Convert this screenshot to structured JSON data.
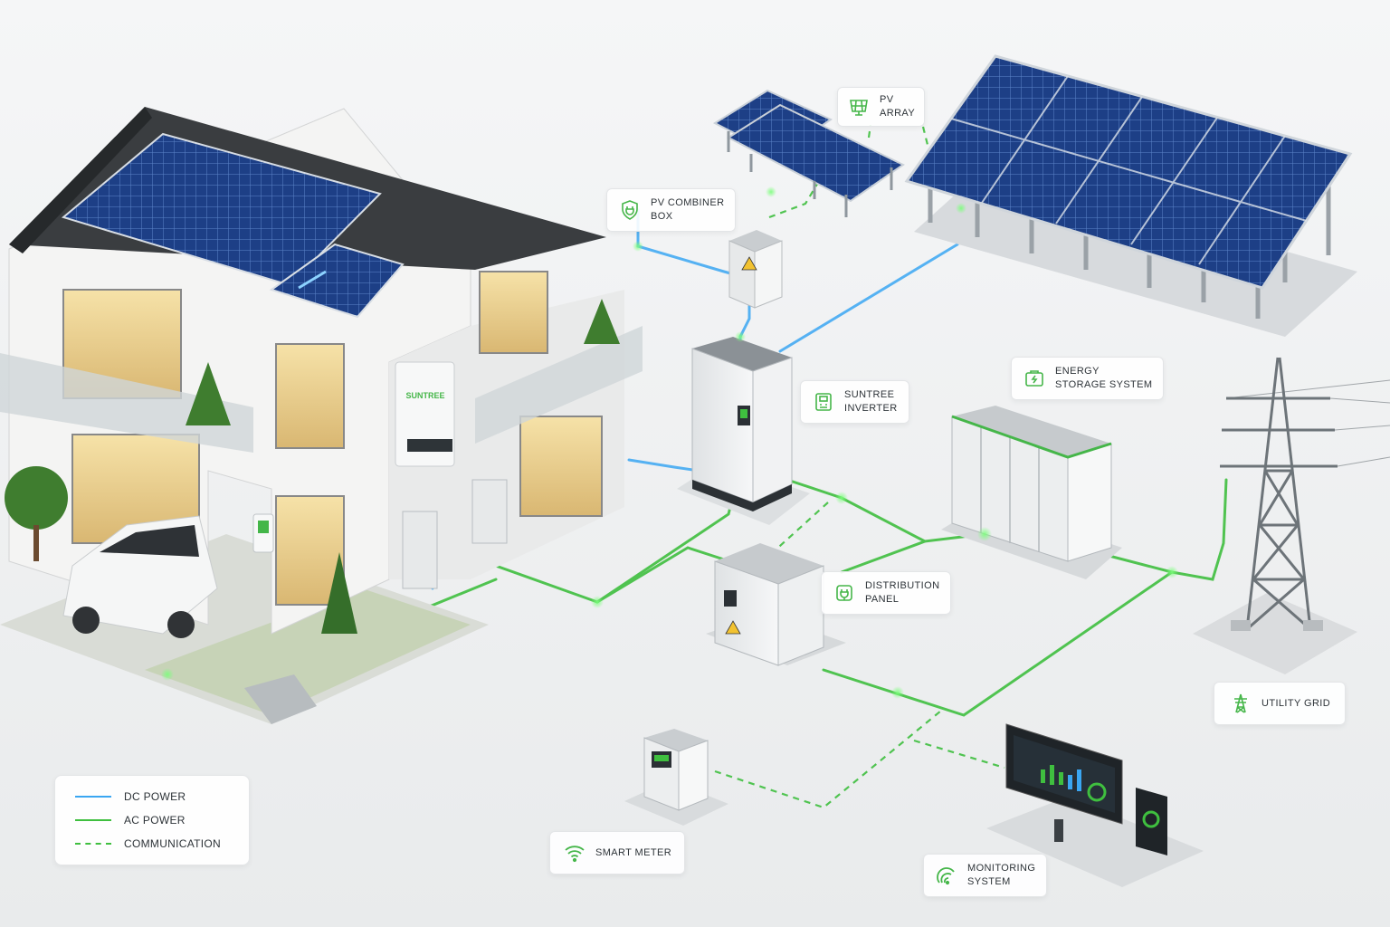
{
  "colors": {
    "dc": "#3aa6f2",
    "ac": "#3fbf3f",
    "comm": "#3fbf3f",
    "accent": "#45b649",
    "text": "#2d3338"
  },
  "house": {
    "inverter_brand": "SUNTREE"
  },
  "labels": {
    "pv_array": {
      "line1": "PV",
      "line2": "ARRAY",
      "icon": "solar-panel-icon"
    },
    "pv_combiner": {
      "line1": "PV COMBINER",
      "line2": "BOX",
      "icon": "shield-plug-icon"
    },
    "inverter": {
      "line1": "SUNTREE",
      "line2": "INVERTER",
      "icon": "inverter-icon"
    },
    "storage": {
      "line1": "ENERGY",
      "line2": "STORAGE SYSTEM",
      "icon": "battery-icon"
    },
    "distribution": {
      "line1": "DISTRIBUTION",
      "line2": "PANEL",
      "icon": "plug-icon"
    },
    "utility": {
      "line1": "UTILITY GRID",
      "icon": "pylon-icon"
    },
    "smart_meter": {
      "line1": "SMART METER",
      "icon": "wifi-icon"
    },
    "monitoring": {
      "line1": "MONITORING",
      "line2": "SYSTEM",
      "icon": "monitor-signal-icon"
    }
  },
  "legend": {
    "items": [
      {
        "label": "DC POWER",
        "style": "solid",
        "color": "#3aa6f2"
      },
      {
        "label": "AC POWER",
        "style": "solid",
        "color": "#3fbf3f"
      },
      {
        "label": "COMMUNICATION",
        "style": "dashed",
        "color": "#3fbf3f"
      }
    ]
  }
}
